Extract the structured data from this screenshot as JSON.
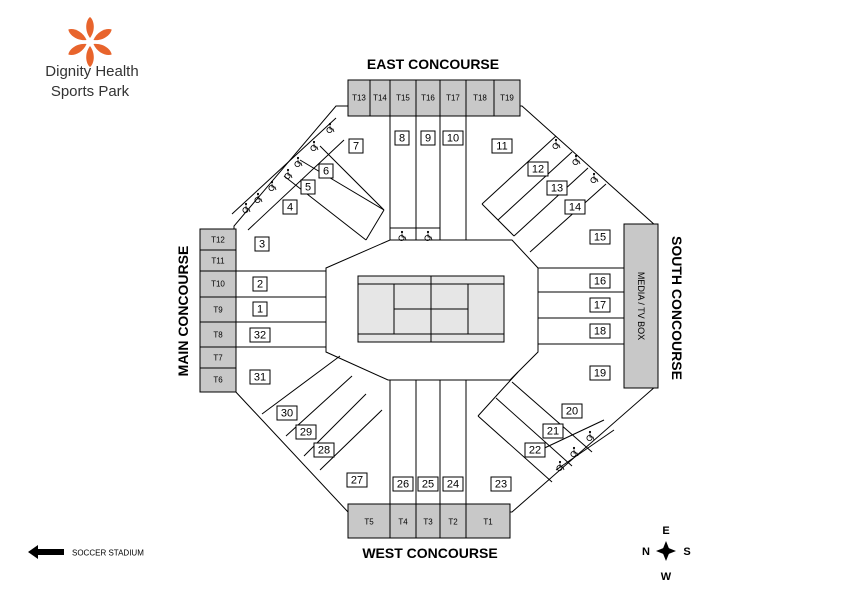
{
  "brand": {
    "name_line1": "Dignity Health",
    "name_line2": "Sports Park",
    "logo_color": "#e8642c",
    "text_color": "#333333"
  },
  "concourses": {
    "east": "EAST CONCOURSE",
    "west": "WEST CONCOURSE",
    "main": "MAIN CONCOURSE",
    "south": "SOUTH CONCOURSE"
  },
  "media_box": "MEDIA / TV BOX",
  "sections": [
    {
      "id": "1",
      "label": "1"
    },
    {
      "id": "2",
      "label": "2"
    },
    {
      "id": "3",
      "label": "3"
    },
    {
      "id": "4",
      "label": "4"
    },
    {
      "id": "5",
      "label": "5"
    },
    {
      "id": "6",
      "label": "6"
    },
    {
      "id": "7",
      "label": "7"
    },
    {
      "id": "8",
      "label": "8"
    },
    {
      "id": "9",
      "label": "9"
    },
    {
      "id": "10",
      "label": "10"
    },
    {
      "id": "11",
      "label": "11"
    },
    {
      "id": "12",
      "label": "12"
    },
    {
      "id": "13",
      "label": "13"
    },
    {
      "id": "14",
      "label": "14"
    },
    {
      "id": "15",
      "label": "15"
    },
    {
      "id": "16",
      "label": "16"
    },
    {
      "id": "17",
      "label": "17"
    },
    {
      "id": "18",
      "label": "18"
    },
    {
      "id": "19",
      "label": "19"
    },
    {
      "id": "20",
      "label": "20"
    },
    {
      "id": "21",
      "label": "21"
    },
    {
      "id": "22",
      "label": "22"
    },
    {
      "id": "23",
      "label": "23"
    },
    {
      "id": "24",
      "label": "24"
    },
    {
      "id": "25",
      "label": "25"
    },
    {
      "id": "26",
      "label": "26"
    },
    {
      "id": "27",
      "label": "27"
    },
    {
      "id": "28",
      "label": "28"
    },
    {
      "id": "29",
      "label": "29"
    },
    {
      "id": "30",
      "label": "30"
    },
    {
      "id": "31",
      "label": "31"
    },
    {
      "id": "32",
      "label": "32"
    }
  ],
  "tables_east": [
    "T13",
    "T14",
    "T15",
    "T16",
    "T17",
    "T18",
    "T19"
  ],
  "tables_west": [
    "T5",
    "T4",
    "T3",
    "T2",
    "T1"
  ],
  "tables_main": [
    "T12",
    "T11",
    "T10",
    "T9",
    "T8",
    "T7",
    "T6"
  ],
  "legend": {
    "arrow_label": "SOCCER STADIUM"
  },
  "compass": {
    "north": "N",
    "south": "S",
    "east": "E",
    "west": "W"
  },
  "accessible_icon": "wheelchair-icon"
}
